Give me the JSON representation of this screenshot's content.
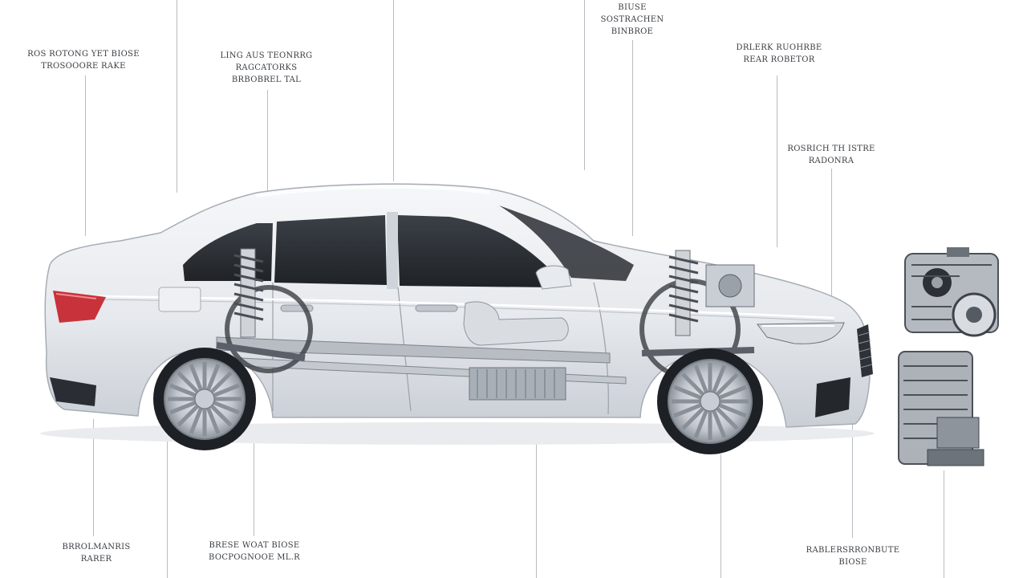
{
  "callouts": [
    {
      "id": "top-left-1",
      "lines": [
        "ROS ROTONG YET BIOSE",
        "TROSOOORE RAKE"
      ]
    },
    {
      "id": "top-left-2",
      "lines": [
        "LING AUS TEONRRG",
        "RAGCATORKS",
        "BRBOBREL TAL"
      ]
    },
    {
      "id": "top-center",
      "lines": [
        "BIUSE",
        "SOSTRACHEN",
        "BINBROE"
      ]
    },
    {
      "id": "top-right-1",
      "lines": [
        "DRLERK RUOHRBE",
        "REAR ROBETOR"
      ]
    },
    {
      "id": "right-mid",
      "lines": [
        "ROSRICH TH ISTRE",
        "RADONRA"
      ]
    },
    {
      "id": "bottom-left-1",
      "lines": [
        "BRROLMANRIS",
        "RARER"
      ]
    },
    {
      "id": "bottom-left-2",
      "lines": [
        "BRESE WOAT BIOSE",
        "BOCPOGNOOE ML.R"
      ]
    },
    {
      "id": "bottom-right",
      "lines": [
        "RABLERSRRONBUTE",
        "BIOSE"
      ]
    }
  ],
  "colors": {
    "body": "#eef0f3",
    "glass": "#2b2f35",
    "taillight": "#c8323a",
    "leader": "#b9bcc1",
    "text": "#3a3d42"
  },
  "icons": [
    "sedan-cutaway",
    "coilover-suspension-icon",
    "wheel-icon",
    "engine-block-icon"
  ]
}
